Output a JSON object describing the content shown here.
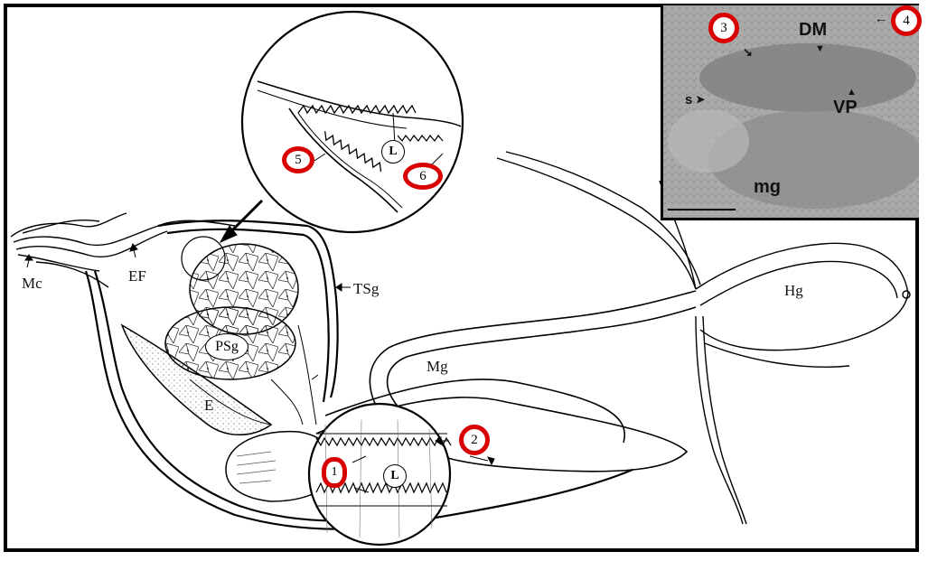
{
  "labels": {
    "mc": "Mc",
    "ef": "EF",
    "tsg": "TSg",
    "psg": "PSg",
    "e": "E",
    "mg_upper": "Mg",
    "hg": "Hg",
    "lumen_top": "L",
    "lumen_bottom": "L"
  },
  "markers": {
    "m1": "1",
    "m2": "2",
    "m3": "3",
    "m4": "4",
    "m5": "5",
    "m6": "6"
  },
  "inset": {
    "dm": "DM",
    "vp": "VP",
    "s": "s",
    "mg": "mg"
  },
  "colors": {
    "marker_ring": "#d80000",
    "inset_background": "#9a9a9a",
    "line": "#000000"
  }
}
